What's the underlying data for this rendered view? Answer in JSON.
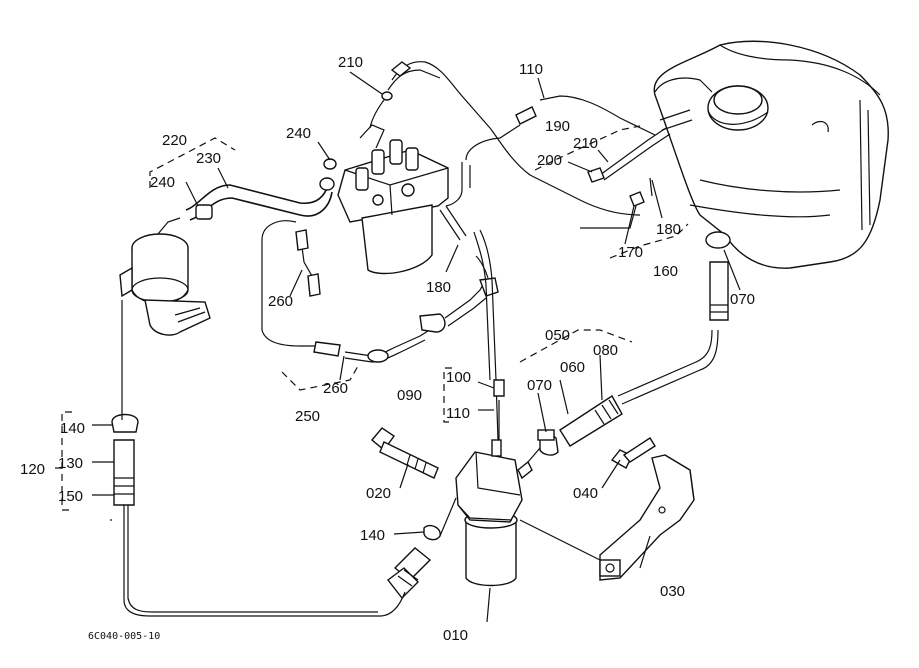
{
  "diagram": {
    "caption": "6C040-005-10",
    "labels": {
      "l010": "010",
      "l020": "020",
      "l030": "030",
      "l040": "040",
      "l050": "050",
      "l060": "060",
      "l070a": "070",
      "l070b": "070",
      "l080": "080",
      "l090": "090",
      "l100": "100",
      "l110a": "110",
      "l110b": "110",
      "l120": "120",
      "l130": "130",
      "l140a": "140",
      "l140b": "140",
      "l150": "150",
      "l160": "160",
      "l170": "170",
      "l180a": "180",
      "l180b": "180",
      "l190": "190",
      "l200": "200",
      "l210a": "210",
      "l210b": "210",
      "l220": "220",
      "l230": "230",
      "l240a": "240",
      "l240b": "240",
      "l250": "250",
      "l260a": "260",
      "l260b": "260"
    }
  }
}
